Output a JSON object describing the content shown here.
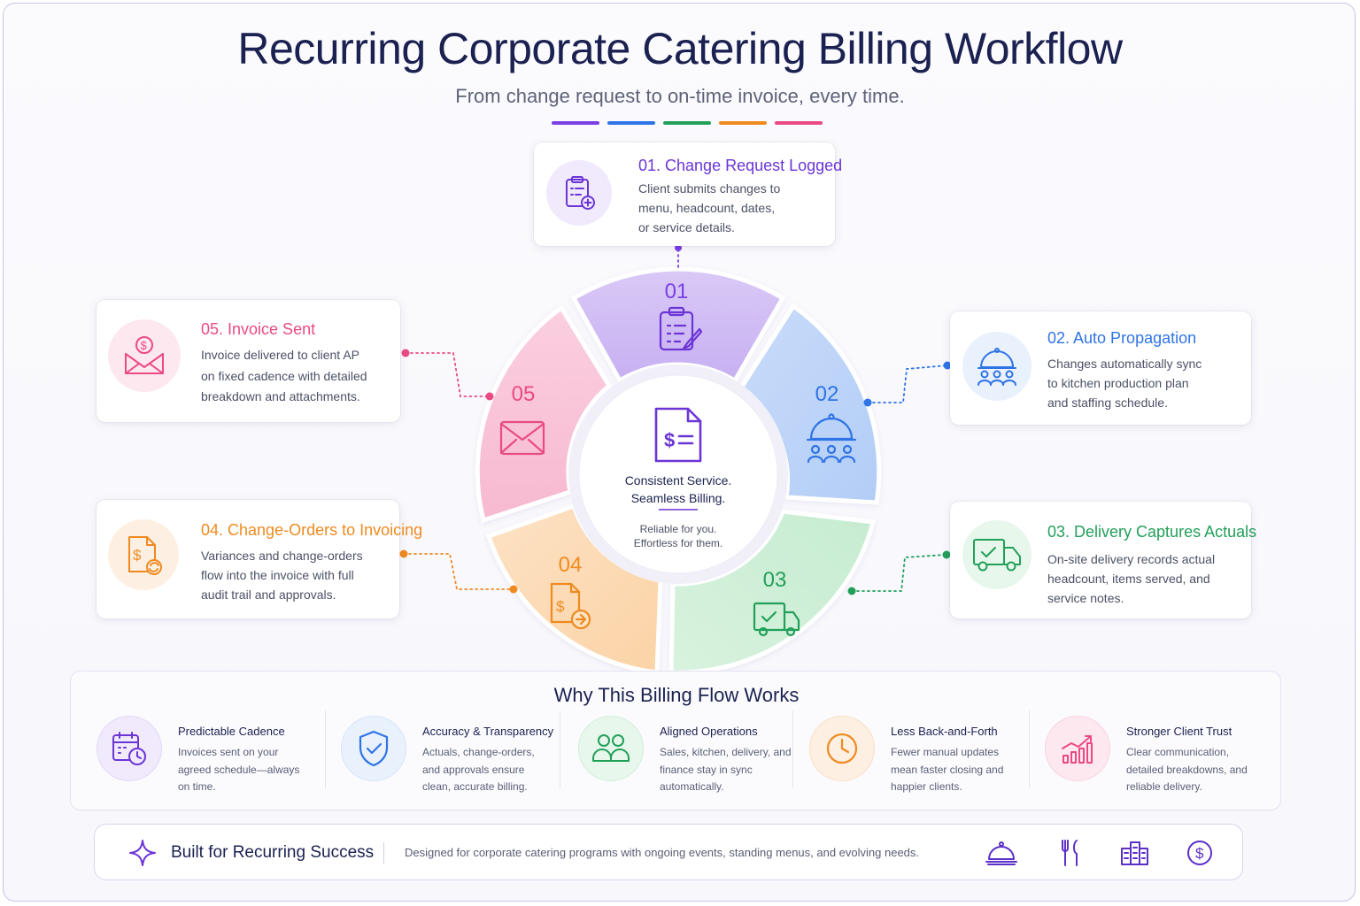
{
  "header": {
    "title": "Recurring Corporate Catering Billing Workflow",
    "subtitle": "From change request to on-time invoice, every time."
  },
  "colors": {
    "purple": "#7b3fe4",
    "blue": "#2f74e6",
    "green": "#22a05a",
    "orange": "#ef8a1f",
    "pink": "#ea4a84"
  },
  "steps": [
    {
      "number": "01",
      "title": "01.  Change Request Logged",
      "desc": [
        "Client submits changes to",
        "menu, headcount, dates,",
        "or service details."
      ],
      "icon": "clipboard-plus-icon"
    },
    {
      "number": "02",
      "title": "02.  Auto Propagation",
      "desc": [
        "Changes automatically sync",
        "to kitchen production plan",
        "and staffing schedule."
      ],
      "icon": "cloche-team-icon"
    },
    {
      "number": "03",
      "title": "03.  Delivery Captures Actuals",
      "desc": [
        "On-site delivery records actual",
        "headcount, items served, and",
        "service notes."
      ],
      "icon": "delivery-truck-icon"
    },
    {
      "number": "04",
      "title": "04.  Change-Orders to Invoicing",
      "desc": [
        "Variances and change-orders",
        "flow into the invoice with full",
        "audit trail and approvals."
      ],
      "icon": "document-dollar-icon"
    },
    {
      "number": "05",
      "title": "05.  Invoice Sent",
      "desc": [
        "Invoice delivered to client AP",
        "on fixed cadence with detailed",
        "breakdown and attachments."
      ],
      "icon": "envelope-dollar-icon"
    }
  ],
  "center": {
    "line1": "Consistent Service.",
    "line2": "Seamless Billing.",
    "line3": "Reliable for you.",
    "line4": "Effortless for them."
  },
  "why": {
    "title": "Why This Billing Flow Works",
    "features": [
      {
        "title": "Predictable Cadence",
        "desc": "Invoices sent on your agreed schedule—always on time.",
        "icon": "calendar-clock-icon"
      },
      {
        "title": "Accuracy & Transparency",
        "desc": "Actuals, change-orders, and approvals ensure clean, accurate billing.",
        "icon": "shield-check-icon"
      },
      {
        "title": "Aligned Operations",
        "desc": "Sales, kitchen, delivery, and finance stay in sync automatically.",
        "icon": "people-icon"
      },
      {
        "title": "Less Back-and-Forth",
        "desc": "Fewer manual updates mean faster closing and happier clients.",
        "icon": "clock-icon"
      },
      {
        "title": "Stronger Client Trust",
        "desc": "Clear communication, detailed breakdowns, and reliable delivery.",
        "icon": "growth-chart-icon"
      }
    ]
  },
  "footer": {
    "title": "Built for Recurring Success",
    "desc": "Designed for corporate catering programs with ongoing events, standing menus, and evolving needs.",
    "icons": [
      "cloche-icon",
      "fork-knife-icon",
      "building-icon",
      "dollar-coin-icon"
    ]
  }
}
